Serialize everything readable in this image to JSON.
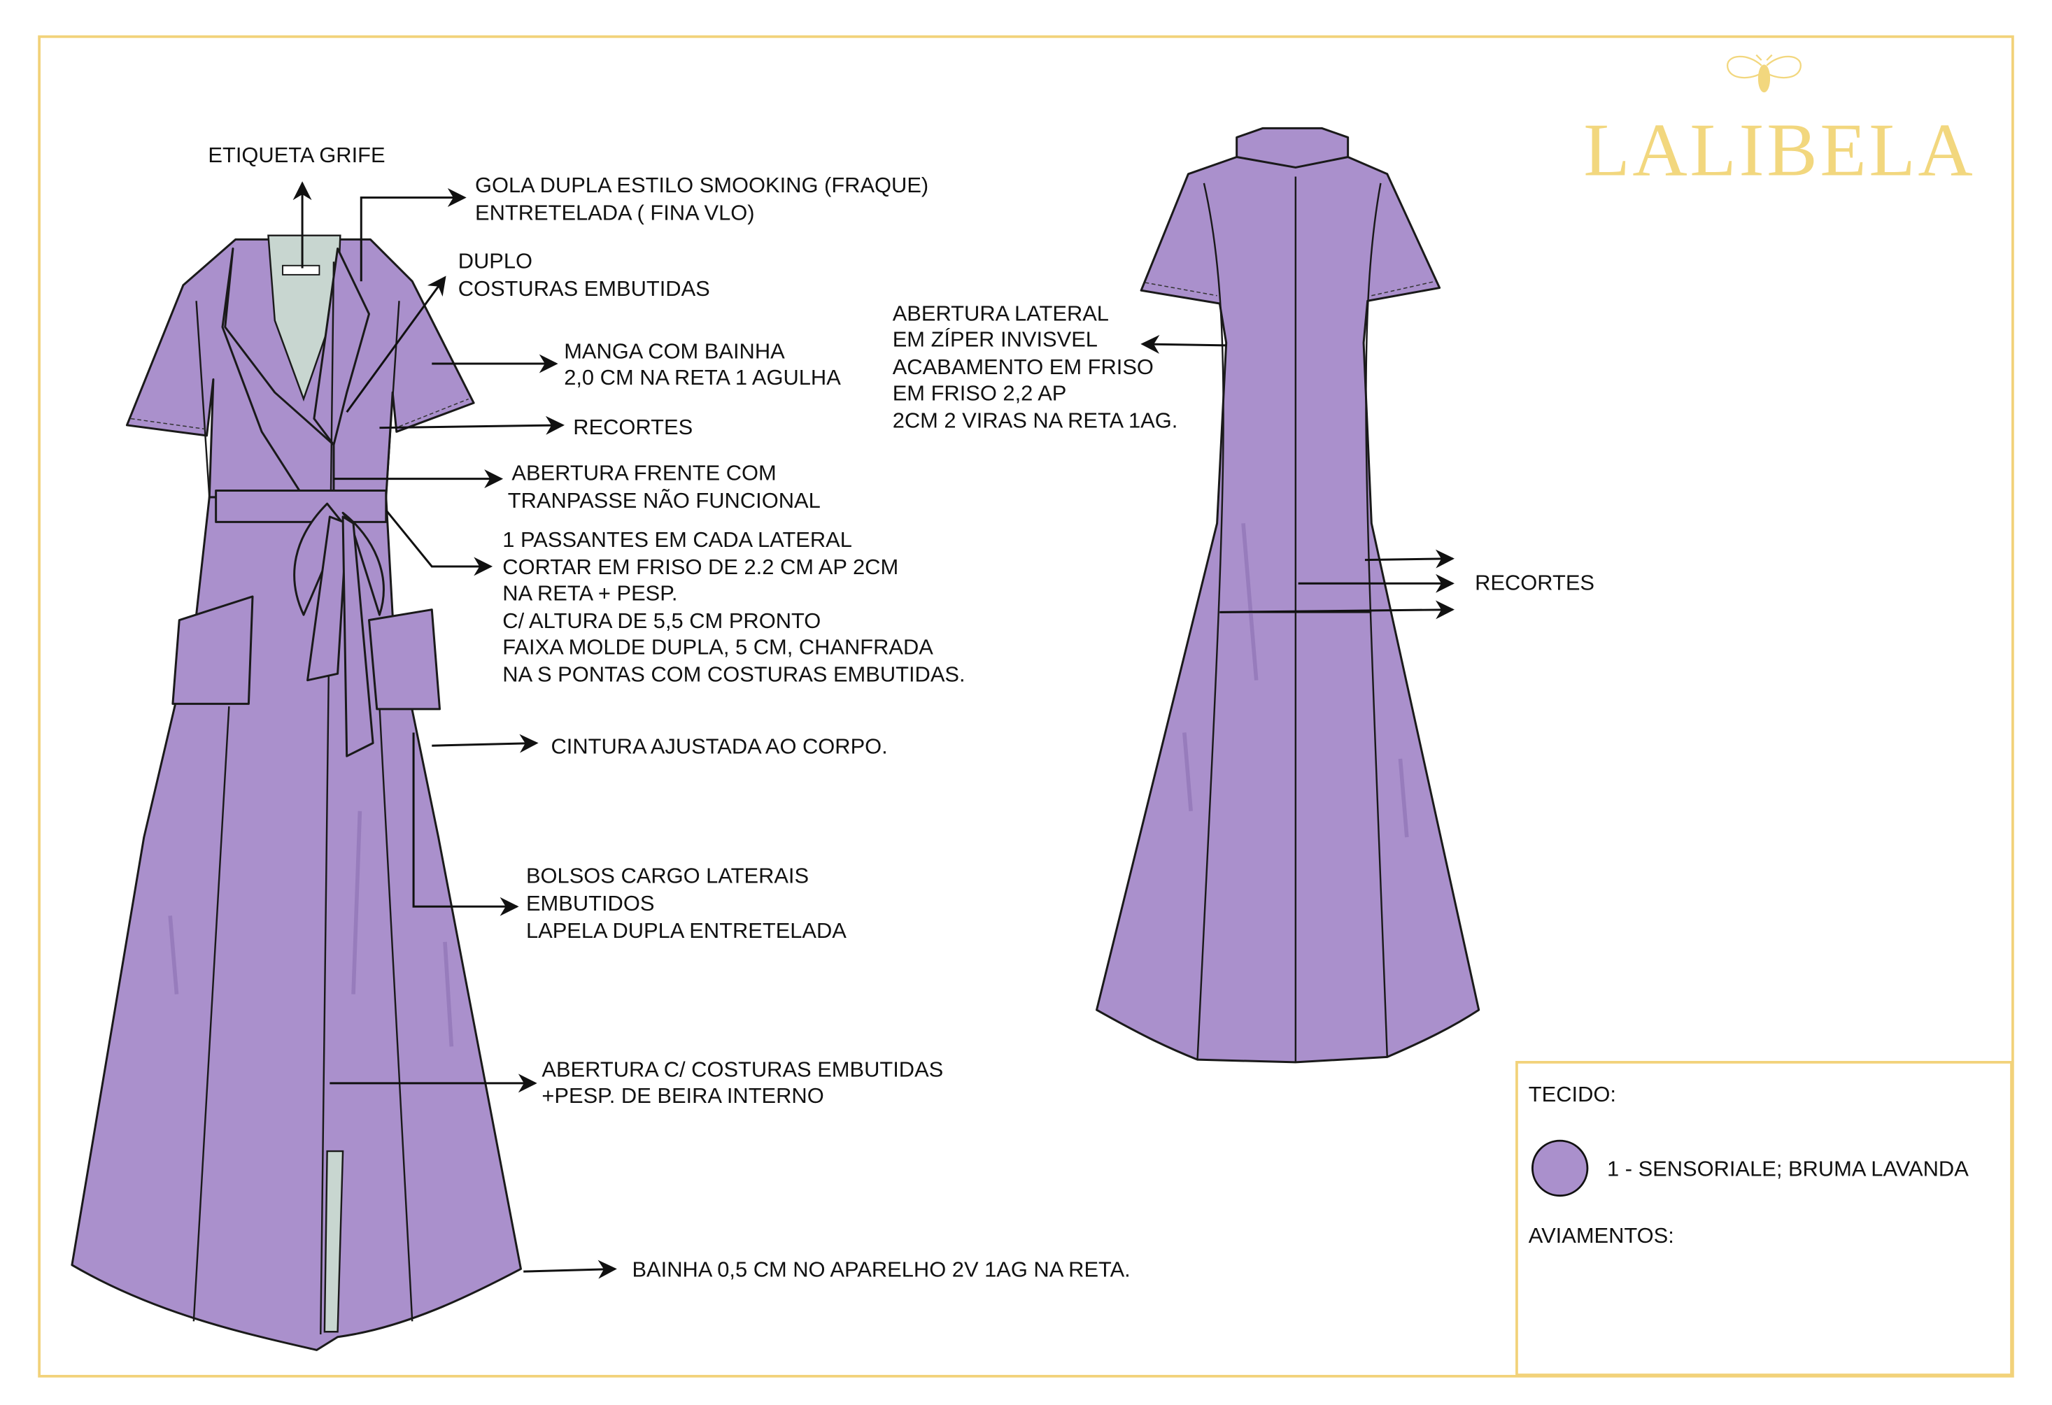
{
  "brand": {
    "name": "LALIBELA",
    "icon": "bee-icon",
    "color": "#f2d77e"
  },
  "frame_color": "#f2d27a",
  "fabric_color": "#aa90cc",
  "front_annotations": {
    "etiqueta": [
      "ETIQUETA GRIFE"
    ],
    "gola": [
      "GOLA DUPLA ESTILO SMOOKING (FRAQUE)",
      "ENTRETELADA ( FINA VLO)"
    ],
    "duplo": [
      "DUPLO",
      "COSTURAS EMBUTIDAS"
    ],
    "manga": [
      "MANGA COM BAINHA",
      "2,0 CM NA RETA 1 AGULHA"
    ],
    "recortes": [
      "RECORTES"
    ],
    "abertura_frente": [
      "ABERTURA FRENTE COM",
      "TRANPASSE NÃO  FUNCIONAL"
    ],
    "passantes": [
      "1 PASSANTES EM CADA LATERAL",
      "CORTAR EM FRISO DE 2.2 CM AP 2CM",
      "NA RETA + PESP.",
      "C/ ALTURA DE 5,5 CM PRONTO",
      "FAIXA MOLDE DUPLA, 5 CM, CHANFRADA",
      "NA S PONTAS COM COSTURAS EMBUTIDAS."
    ],
    "cintura": [
      "CINTURA AJUSTADA AO CORPO."
    ],
    "bolsos": [
      "BOLSOS  CARGO LATERAIS",
      "EMBUTIDOS",
      "LAPELA DUPLA ENTRETELADA"
    ],
    "abertura_costuras": [
      "ABERTURA C/ COSTURAS EMBUTIDAS",
      "+PESP. DE BEIRA INTERNO"
    ],
    "bainha": [
      "BAINHA 0,5 CM NO APARELHO 2V 1AG NA RETA."
    ]
  },
  "back_annotations": {
    "abertura_lateral": [
      "ABERTURA LATERAL",
      "EM ZÍPER INVISVEL",
      "ACABAMENTO EM FRISO",
      "EM FRISO 2,2 AP",
      "2CM 2 VIRAS NA RETA 1AG."
    ],
    "recortes": [
      "RECORTES"
    ]
  },
  "materials": {
    "tecido_label": "TECIDO:",
    "fabric": "1 - SENSORIALE; BRUMA LAVANDA",
    "aviamentos_label": "AVIAMENTOS:"
  }
}
